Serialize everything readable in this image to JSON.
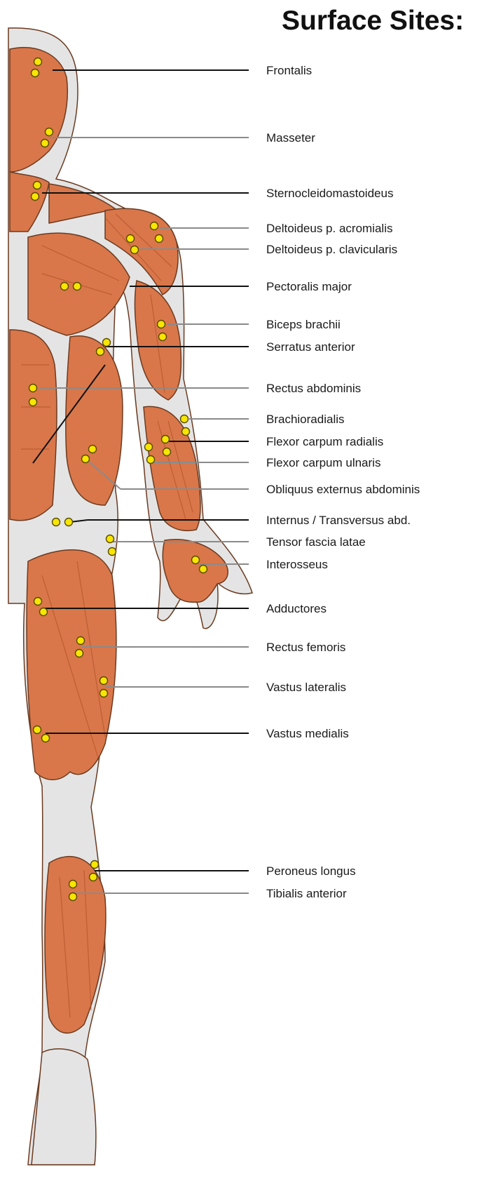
{
  "title": "Surface Sites:",
  "colors": {
    "muscle": "#d9774a",
    "muscle_dark": "#b2532a",
    "tendon": "#e4e4e4",
    "outline": "#6b3a20",
    "electrode_dot": "#f6e600",
    "leader_dark": "#111111",
    "leader_grey": "#8a8a8a"
  },
  "labels": [
    {
      "id": "frontalis",
      "text": "Frontalis"
    },
    {
      "id": "masseter",
      "text": "Masseter"
    },
    {
      "id": "sternocleidomastoideus",
      "text": "Sternocleidomastoideus"
    },
    {
      "id": "deltoideus-acromialis",
      "text": "Deltoideus p. acromialis"
    },
    {
      "id": "deltoideus-clavicularis",
      "text": "Deltoideus p. clavicularis"
    },
    {
      "id": "pectoralis-major",
      "text": "Pectoralis major"
    },
    {
      "id": "biceps-brachii",
      "text": "Biceps brachii"
    },
    {
      "id": "serratus-anterior",
      "text": "Serratus anterior"
    },
    {
      "id": "rectus-abdominis",
      "text": "Rectus abdominis"
    },
    {
      "id": "brachioradialis",
      "text": "Brachioradialis"
    },
    {
      "id": "flexor-carpum-radialis",
      "text": "Flexor carpum radialis"
    },
    {
      "id": "flexor-carpum-ulnaris",
      "text": "Flexor carpum ulnaris"
    },
    {
      "id": "obliquus-externus-abdominis",
      "text": "Obliquus externus abdominis"
    },
    {
      "id": "internus-transversus",
      "text": "Internus / Transversus abd."
    },
    {
      "id": "tensor-fascia-latae",
      "text": "Tensor fascia latae"
    },
    {
      "id": "interosseus",
      "text": "Interosseus"
    },
    {
      "id": "adductores",
      "text": "Adductores"
    },
    {
      "id": "rectus-femoris",
      "text": "Rectus femoris"
    },
    {
      "id": "vastus-lateralis",
      "text": "Vastus lateralis"
    },
    {
      "id": "vastus-medialis",
      "text": "Vastus medialis"
    },
    {
      "id": "peroneus-longus",
      "text": "Peroneus longus"
    },
    {
      "id": "tibialis-anterior",
      "text": "Tibialis anterior"
    }
  ]
}
